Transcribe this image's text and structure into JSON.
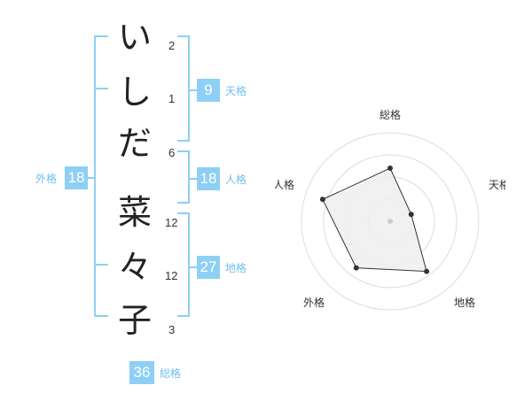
{
  "name_chars": [
    {
      "char": "い",
      "strokes": "2"
    },
    {
      "char": "し",
      "strokes": "1"
    },
    {
      "char": "だ",
      "strokes": "6"
    },
    {
      "char": "菜",
      "strokes": "12"
    },
    {
      "char": "々",
      "strokes": "12"
    },
    {
      "char": "子",
      "strokes": "3"
    }
  ],
  "kaku": {
    "tenkaku": {
      "value": "9",
      "label": "天格"
    },
    "jinkaku": {
      "value": "18",
      "label": "人格"
    },
    "chikaku": {
      "value": "27",
      "label": "地格"
    },
    "gaikaku": {
      "value": "18",
      "label": "外格"
    },
    "soukaku": {
      "value": "36",
      "label": "総格"
    }
  },
  "colors": {
    "accent": "#8ecff5",
    "accent_text": "#6fbfee"
  },
  "chart_data": {
    "type": "radar",
    "axes": [
      "総格",
      "天格",
      "地格",
      "外格",
      "人格"
    ],
    "values": [
      0.6,
      0.25,
      0.7,
      0.65,
      0.8
    ],
    "rings": 4
  }
}
